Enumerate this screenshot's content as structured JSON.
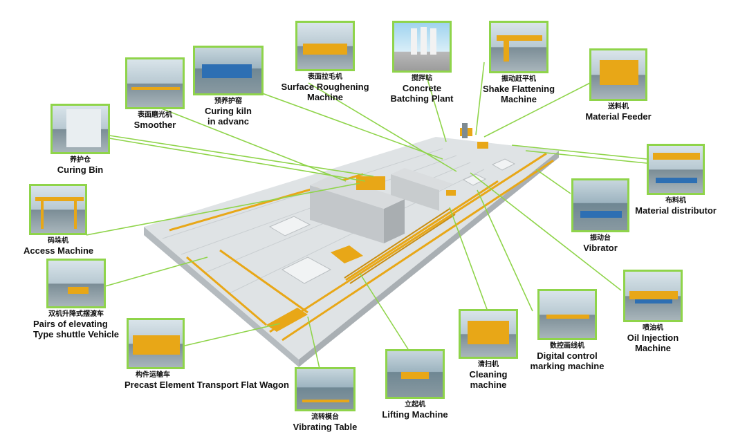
{
  "callouts": [
    {
      "id": "curing-bin",
      "cn": "养护仓",
      "en": [
        "Curing Bin"
      ]
    },
    {
      "id": "smoother",
      "cn": "表面磨光机",
      "en": [
        "Smoother"
      ]
    },
    {
      "id": "curing-kiln",
      "cn": "预养护窑",
      "en": [
        "Curing kiln",
        "in advanc"
      ]
    },
    {
      "id": "surface-roughening",
      "cn": "表面拉毛机",
      "en": [
        "Surface Roughening",
        "Machine"
      ]
    },
    {
      "id": "batching-plant",
      "cn": "搅拌站",
      "en": [
        "Concrete",
        "Batching Plant"
      ]
    },
    {
      "id": "shake-flattening",
      "cn": "振动赶平机",
      "en": [
        "Shake Flattening",
        "Machine"
      ]
    },
    {
      "id": "material-feeder",
      "cn": "送料机",
      "en": [
        "Material Feeder"
      ]
    },
    {
      "id": "material-distributor",
      "cn": "布料机",
      "en": [
        "Material distributor"
      ]
    },
    {
      "id": "vibrator",
      "cn": "振动台",
      "en": [
        "Vibrator"
      ]
    },
    {
      "id": "oil-injection",
      "cn": "喷油机",
      "en": [
        "Oil Injection",
        "Machine"
      ]
    },
    {
      "id": "marking-machine",
      "cn": "数控画线机",
      "en": [
        "Digital control",
        "marking machine"
      ]
    },
    {
      "id": "cleaning-machine",
      "cn": "清扫机",
      "en": [
        "Cleaning",
        "machine"
      ]
    },
    {
      "id": "lifting-machine",
      "cn": "立起机",
      "en": [
        "Lifting Machine"
      ]
    },
    {
      "id": "vibrating-table",
      "cn": "流转模台",
      "en": [
        "Vibrating  Table"
      ]
    },
    {
      "id": "flat-wagon",
      "cn": "构件运输车",
      "en": [
        "Precast Element Transport Flat Wagon"
      ]
    },
    {
      "id": "shuttle-vehicle",
      "cn": "双机升降式摆渡车",
      "en": [
        "Pairs of elevating",
        "Type shuttle Vehicle"
      ]
    },
    {
      "id": "access-machine",
      "cn": "码垛机",
      "en": [
        "Access Machine"
      ]
    }
  ],
  "colors": {
    "leader": "#8fd44a",
    "platform_top": "#dfe3e5",
    "platform_side": "#b9bfc3",
    "rail": "#e8a717",
    "building": "#c9cdd0",
    "thumb_border": "#8fd44a"
  }
}
